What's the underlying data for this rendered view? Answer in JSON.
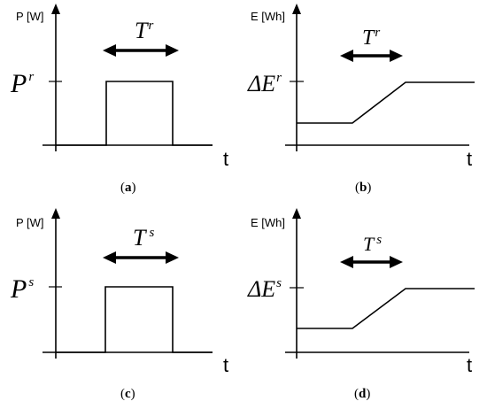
{
  "panels": {
    "a": {
      "y_axis_label": "P [W]",
      "x_axis_label": "t",
      "level_symbol": "P",
      "level_sup": "r",
      "duration_symbol": "T",
      "duration_sup": "r",
      "caption_open": "(",
      "caption_letter": "a",
      "caption_close": ")"
    },
    "b": {
      "y_axis_label": "E [Wh]",
      "x_axis_label": "t",
      "level_symbol": "ΔE",
      "level_sup": "r",
      "duration_symbol": "T",
      "duration_sup": "r",
      "caption_open": "(",
      "caption_letter": "b",
      "caption_close": ")"
    },
    "c": {
      "y_axis_label": "P [W]",
      "x_axis_label": "t",
      "level_symbol": "P",
      "level_sup": "s",
      "duration_symbol": "T",
      "duration_sup": "s",
      "caption_open": "(",
      "caption_letter": "c",
      "caption_close": ")"
    },
    "d": {
      "y_axis_label": "E [Wh]",
      "x_axis_label": "t",
      "level_symbol": "ΔE",
      "level_sup": "s",
      "duration_symbol": "T",
      "duration_sup": "s",
      "caption_open": "(",
      "caption_letter": "d",
      "caption_close": ")"
    }
  }
}
